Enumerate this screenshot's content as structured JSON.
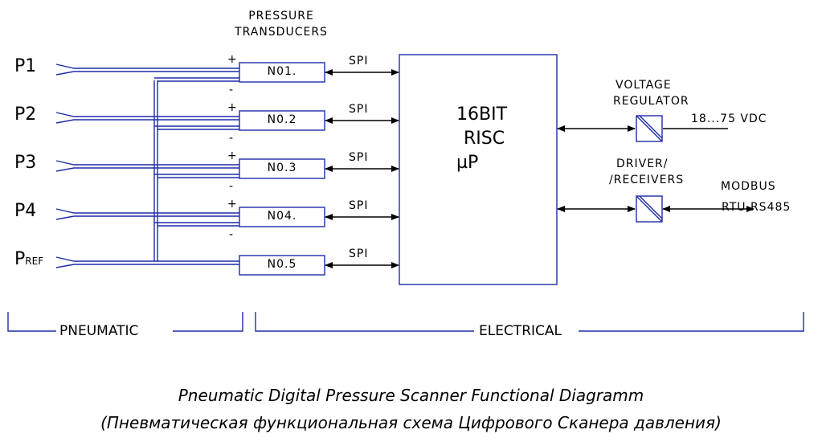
{
  "inputs": {
    "p1": "P1",
    "p2": "P2",
    "p3": "P3",
    "p4": "P4",
    "pref_main": "P",
    "pref_sub": "REF"
  },
  "transducers": {
    "heading_line1": "PRESSURE",
    "heading_line2": "TRANSDUCERS",
    "items": [
      "N01.",
      "N0.2",
      "N0.3",
      "N04.",
      "N0.5"
    ],
    "plus": "+",
    "minus": "-"
  },
  "bus_label": "SPI",
  "processor": {
    "line1": "16BIT",
    "line2": "RISC",
    "line3": "µP"
  },
  "voltage_regulator": {
    "line1": "VOLTAGE",
    "line2": "REGULATOR",
    "supply": "18...75 VDC"
  },
  "driver": {
    "line1": "DRIVER/",
    "line2": "/RECEIVERS",
    "modbus_line1": "MODBUS",
    "modbus_line2": "RTU RS485"
  },
  "sections": {
    "pneumatic": "PNEUMATIC",
    "electrical": "ELECTRICAL"
  },
  "caption": {
    "english": "Pneumatic Digital Pressure Scanner Functional Diagramm",
    "russian": "(Пневматическая функциональная схема Цифрового Сканера давления)"
  }
}
